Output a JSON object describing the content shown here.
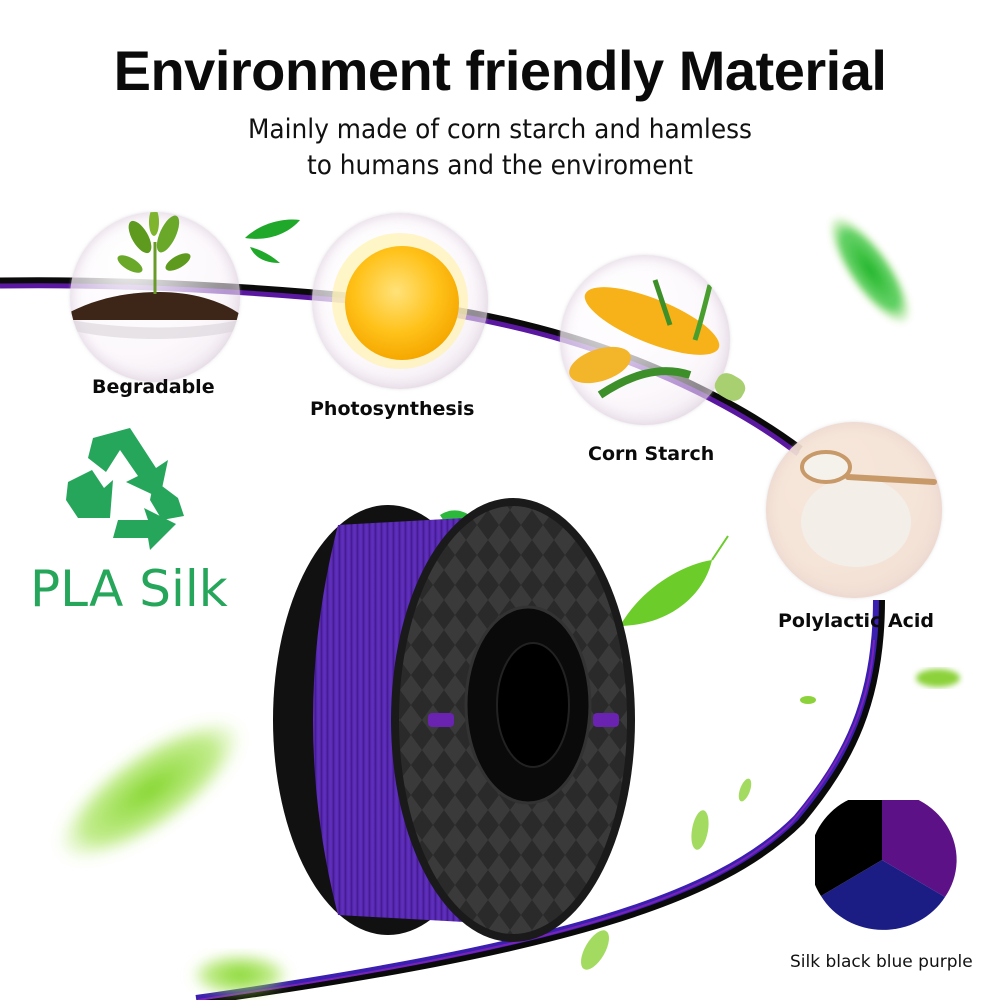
{
  "header": {
    "title": "Environment friendly Material",
    "subtitle_line1": "Mainly made of corn starch and hamless",
    "subtitle_line2": "to humans and the enviroment"
  },
  "features": [
    {
      "label": "Begradable",
      "icon": "plant-in-soil-icon"
    },
    {
      "label": "Photosynthesis",
      "icon": "sun-icon"
    },
    {
      "label": "Corn Starch",
      "icon": "corn-icon"
    },
    {
      "label": "Polylactic Acid",
      "icon": "granules-spoon-icon"
    }
  ],
  "badge": {
    "icon": "recycle-icon",
    "text": "PLA Silk",
    "color": "#26a65b"
  },
  "product": {
    "icon": "filament-spool-icon"
  },
  "color_legend": {
    "label": "Silk black blue purple",
    "segments": [
      {
        "name": "black",
        "color": "#000000"
      },
      {
        "name": "purple",
        "color": "#5c1187"
      },
      {
        "name": "blue",
        "color": "#1c1c85"
      }
    ]
  },
  "colors": {
    "filament_black": "#0a0a0a",
    "filament_blue": "#2a1f9e",
    "filament_purple": "#6a1fa8",
    "leaf_green": "#22b02a"
  }
}
